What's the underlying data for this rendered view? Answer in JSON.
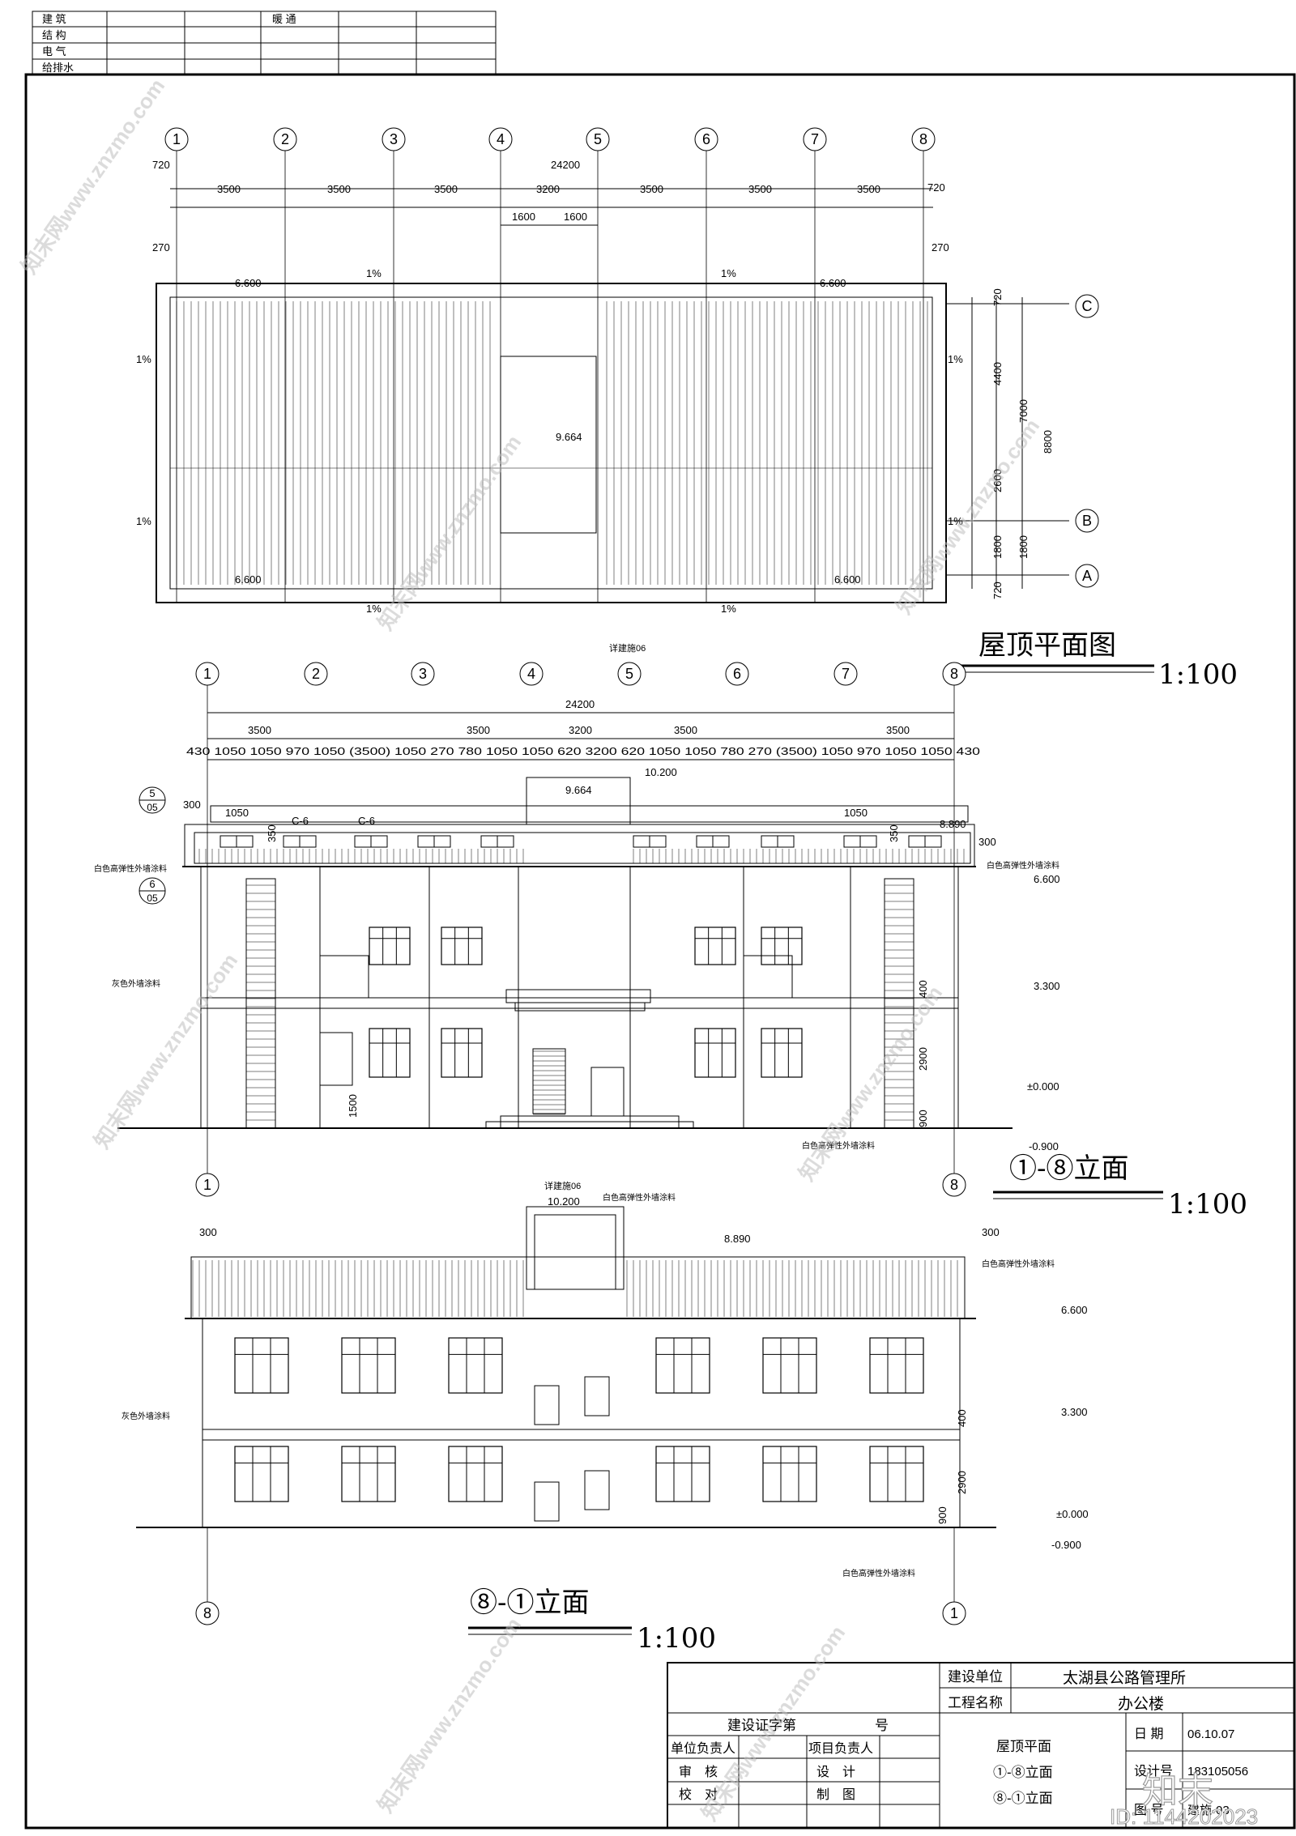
{
  "header_table": {
    "rows": [
      "建 筑",
      "结 构",
      "电 气",
      "给排水"
    ],
    "extra": "暖 通"
  },
  "roof_plan": {
    "title": "屋顶平面图",
    "scale": "1:100",
    "grid_labels": [
      "1",
      "2",
      "3",
      "4",
      "5",
      "6",
      "7",
      "8"
    ],
    "row_labels": [
      "C",
      "B",
      "A"
    ],
    "total_dim": "24200",
    "bay_dims": [
      "3500",
      "3500",
      "3500",
      "3200",
      "3500",
      "3500",
      "3500"
    ],
    "edge_dim": "720",
    "half_dims": [
      "1600",
      "1600"
    ],
    "offset_dim": "270",
    "elev_6600": "6.600",
    "elev_9664": "9.664",
    "slope": "1%",
    "right_dims": [
      "720",
      "4400",
      "2600",
      "1800",
      "720"
    ],
    "right_totals": [
      "7000",
      "8800",
      "1800"
    ]
  },
  "front_elevation": {
    "title": "①-⑧立面",
    "scale": "1:100",
    "top_labels": [
      "1",
      "2",
      "3",
      "4",
      "5",
      "6",
      "7",
      "8"
    ],
    "total": "24200",
    "group_dims": [
      "3500",
      "3500",
      "3200",
      "3500",
      "3500"
    ],
    "sub_dims": "430  1050 1050 970 1050 (3500) 1050 270 780 1050 1050 620  3200  620 1050 1050 780 270 (3500) 1050 970 1050 1050  430",
    "ref_note": "详建施06",
    "detail_5": "5",
    "detail_6": "6",
    "detail_sheet": "05",
    "window_code": "C-6",
    "dims_misc": [
      "300",
      "1050",
      "350",
      "300",
      "400",
      "2900",
      "900",
      "1500"
    ],
    "elevs": [
      "10.200",
      "9.664",
      "8.890",
      "6.600",
      "3.300",
      "±0.000",
      "-0.900"
    ],
    "notes": [
      "白色高弹性外墙涂料",
      "灰色外墙涂料",
      "白色高弹性外墙涂料",
      "白色高弹性外墙涂料"
    ]
  },
  "rear_elevation": {
    "title": "⑧-①立面",
    "scale": "1:100",
    "ref_note": "详建施06",
    "elevs": [
      "10.200",
      "8.890",
      "6.600",
      "3.300",
      "±0.000",
      "-0.900"
    ],
    "dims": [
      "300",
      "300",
      "400",
      "2900",
      "900"
    ],
    "notes": [
      "白色高弹性外墙涂料",
      "白色高弹性外墙涂料",
      "灰色外墙涂料",
      "白色高弹性外墙涂料"
    ],
    "end_labels": [
      "8",
      "1"
    ]
  },
  "title_block": {
    "build_unit_label": "建设单位",
    "build_unit": "太湖县公路管理所",
    "project_label": "工程名称",
    "project": "办公楼",
    "cert": "建设证字第",
    "cert_suffix": "号",
    "unit_head": "单位负责人",
    "proj_head": "项目负责人",
    "review": "审　核",
    "design": "设　计",
    "check": "校　对",
    "draw": "制　图",
    "drawing_names": [
      "屋顶平面",
      "①-⑧立面",
      "⑧-①立面"
    ],
    "date_label": "日 期",
    "date": "06.10.07",
    "design_no_label": "设计号",
    "design_no": "183105056",
    "sheet_label": "图 号",
    "sheet": "建施-03"
  },
  "watermark": {
    "text": "知末网www.znzmo.com",
    "id_text": "ID: 1144202023",
    "logo": "知末"
  }
}
